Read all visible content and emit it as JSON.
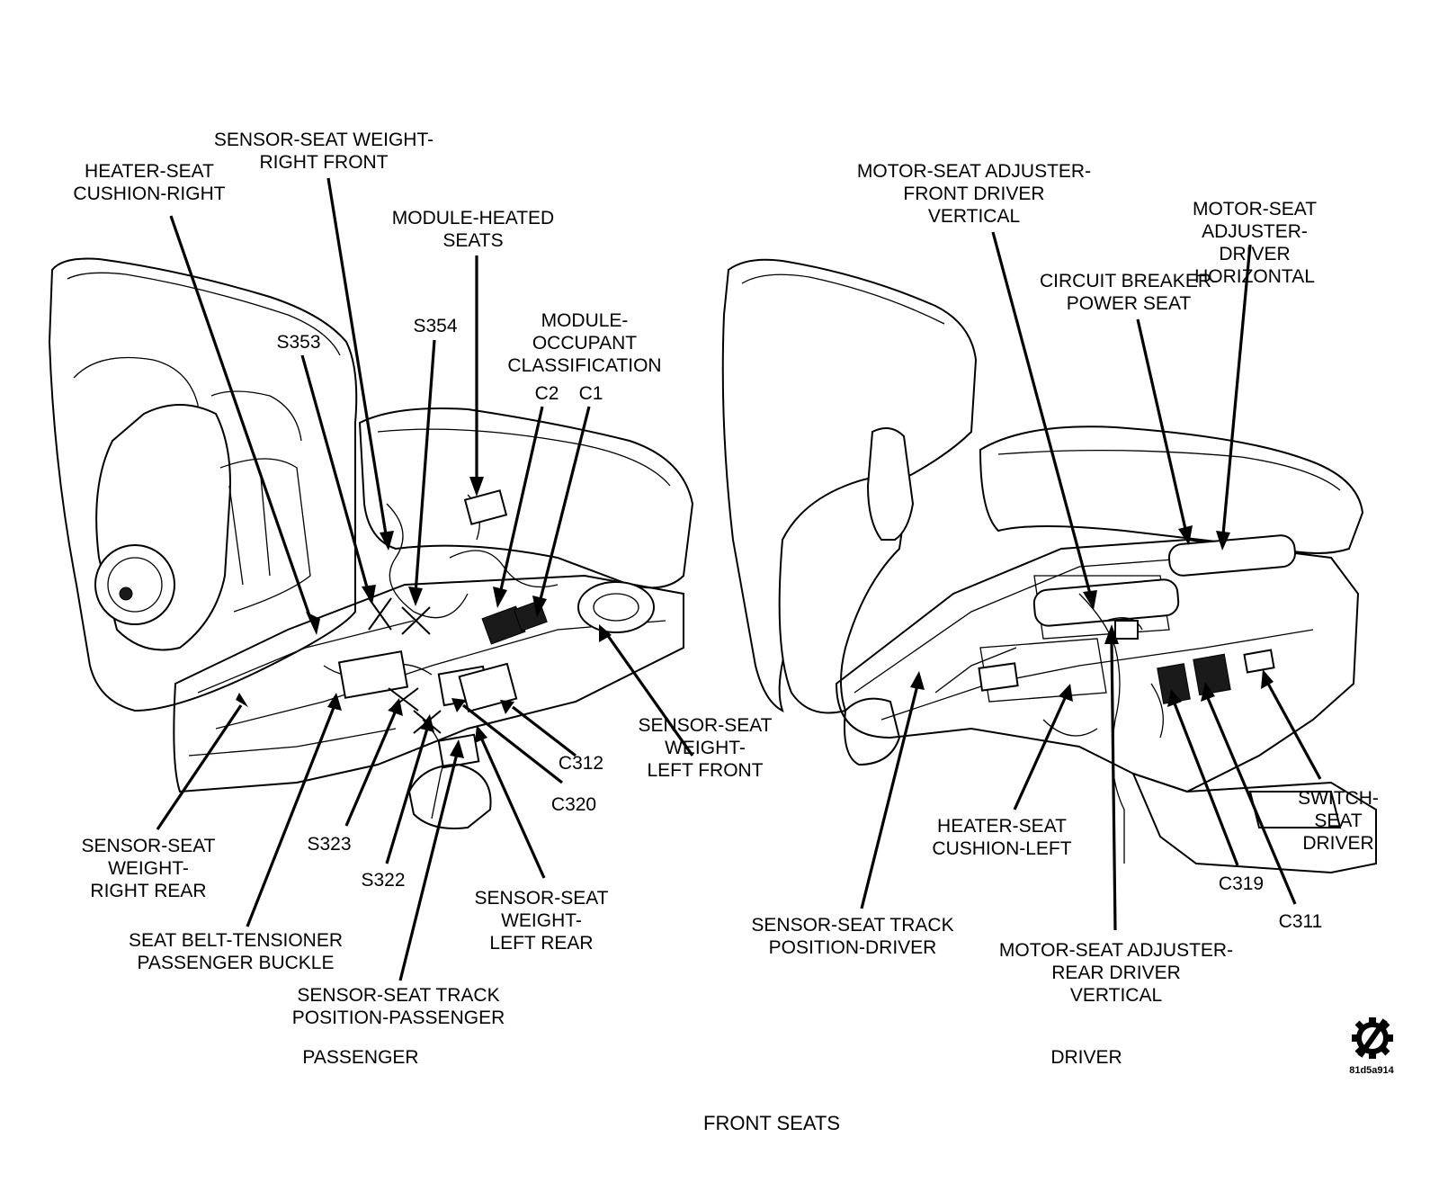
{
  "title": "FRONT SEATS",
  "figure_code": "81d5a914",
  "panels": {
    "passenger": "PASSENGER",
    "driver": "DRIVER"
  },
  "labels": {
    "heater_seat_cushion_right": "HEATER-SEAT\nCUSHION-RIGHT",
    "sensor_seat_weight_right_front": "SENSOR-SEAT WEIGHT-\nRIGHT FRONT",
    "module_heated_seats": "MODULE-HEATED\nSEATS",
    "s353": "S353",
    "s354": "S354",
    "module_occupant_classification": "MODULE-\nOCCUPANT\nCLASSIFICATION",
    "c2": "C2",
    "c1": "C1",
    "sensor_seat_weight_left_front": "SENSOR-SEAT\nWEIGHT-\nLEFT FRONT",
    "c312": "C312",
    "c320": "C320",
    "sensor_seat_weight_right_rear": "SENSOR-SEAT\nWEIGHT-\nRIGHT REAR",
    "s323": "S323",
    "s322": "S322",
    "sensor_seat_weight_left_rear": "SENSOR-SEAT\nWEIGHT-\nLEFT REAR",
    "seat_belt_tensioner": "SEAT BELT-TENSIONER\nPASSENGER BUCKLE",
    "sensor_seat_track_position_passenger": "SENSOR-SEAT TRACK\nPOSITION-PASSENGER",
    "motor_front_driver_vertical": "MOTOR-SEAT ADJUSTER-\nFRONT DRIVER\nVERTICAL",
    "motor_driver_horizontal": "MOTOR-SEAT ADJUSTER-\nDRIVER HORIZONTAL",
    "circuit_breaker_power_seat": "CIRCUIT BREAKER-\nPOWER SEAT",
    "switch_seat_driver": "SWITCH-\nSEAT\nDRIVER",
    "heater_seat_cushion_left": "HEATER-SEAT\nCUSHION-LEFT",
    "c319": "C319",
    "c311": "C311",
    "sensor_seat_track_position_driver": "SENSOR-SEAT TRACK\nPOSITION-DRIVER",
    "motor_rear_driver_vertical": "MOTOR-SEAT ADJUSTER-\nREAR DRIVER\nVERTICAL"
  },
  "icons": {
    "logo": "gear-slash-icon"
  }
}
